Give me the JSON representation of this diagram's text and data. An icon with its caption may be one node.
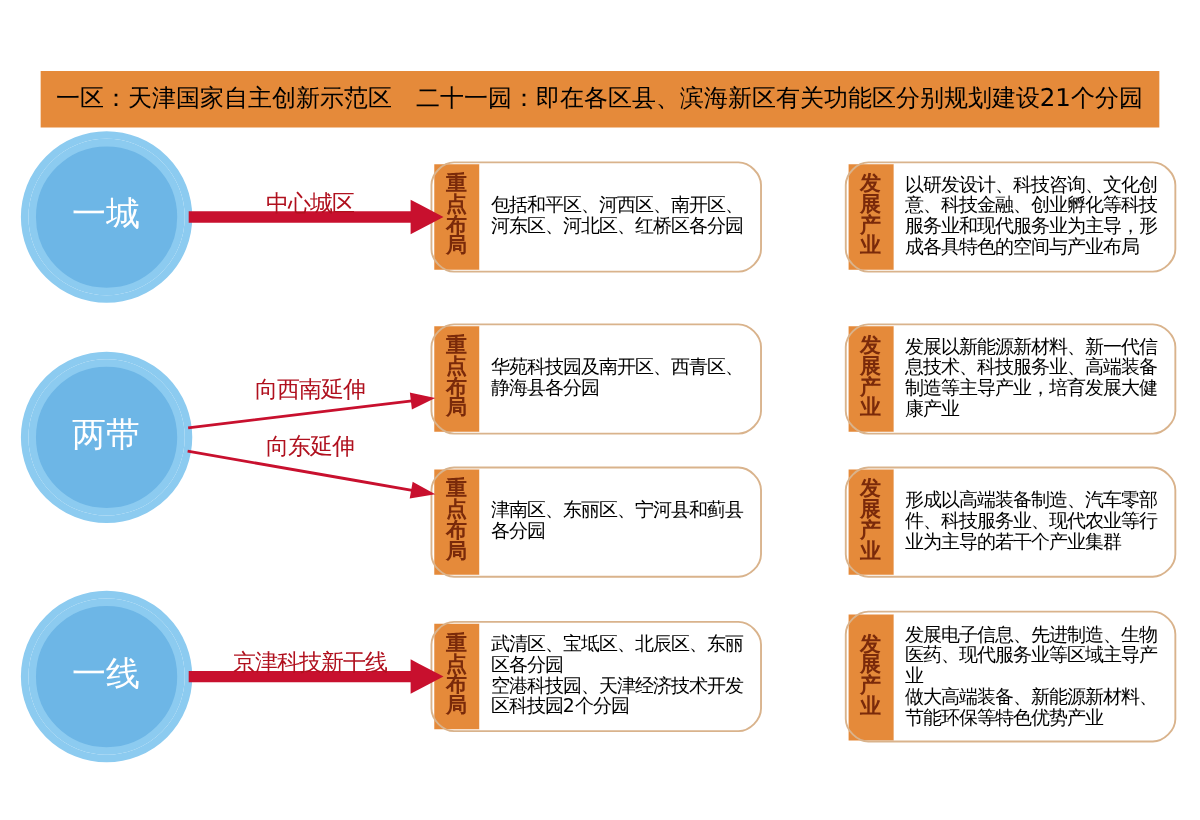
{
  "diagram": {
    "title": "一区：天津国家自主创新示范区　二十一园：即在各区县、滨海新区有关功能区分别规划建设21个分园",
    "nodes": [
      {
        "text": [
          "一线"
        ]
      },
      {
        "text": [
          "重点布局",
          "武清区、宝坻区、北辰区、东丽区各分园",
          "空港科技园、天津经济技术开发区科技园2个分园"
        ]
      },
      {
        "text": [
          "发展产业",
          "发展电子信息、先进制造、生物医药、现代服务业等区域主导产业",
          "做大高端装备、新能源新材料、节能环保等特色优势产业"
        ]
      },
      {
        "text": [
          "两带"
        ]
      },
      {
        "text": [
          "重点布局",
          "华苑科技园及南开区、西青区、静海县各分园"
        ]
      },
      {
        "text": [
          "发展产业",
          "发展以新能源新材料、新一代信息技术、科技服务业、高端装备制造等主导产业，培育发展大健康产业"
        ]
      },
      {
        "text": [
          "重点布局",
          "津南区、东丽区、宁河县和蓟县各分园"
        ]
      },
      {
        "text": [
          "发展产业",
          "形成以高端装备制造、汽车零部件、科技服务业、现代农业等行业为主导的若干个产业集群"
        ]
      },
      {
        "text": [
          "一城"
        ]
      },
      {
        "text": [
          "重点布局",
          "包括和平区、河西区、南开区、河东区、河北区、红桥区各分园"
        ]
      },
      {
        "text": [
          "发展产业",
          "以研发设计、科技咨询、文化创意、科技金融、创业孵化等科技服务业和现代服务业为主导，形成各具特色的空间与产业布局"
        ]
      }
    ],
    "edges": [
      {
        "from": 0,
        "to": 1,
        "arrow": "to",
        "label": "京津科技新干线",
        "style": "thick"
      },
      {
        "from": 3,
        "to": 4,
        "arrow": "to",
        "label": "向西南延伸"
      },
      {
        "from": 3,
        "to": 6,
        "arrow": "to",
        "label": "向东延伸"
      },
      {
        "from": 8,
        "to": 9,
        "arrow": "to",
        "label": "中心城区",
        "style": "thick"
      }
    ]
  }
}
